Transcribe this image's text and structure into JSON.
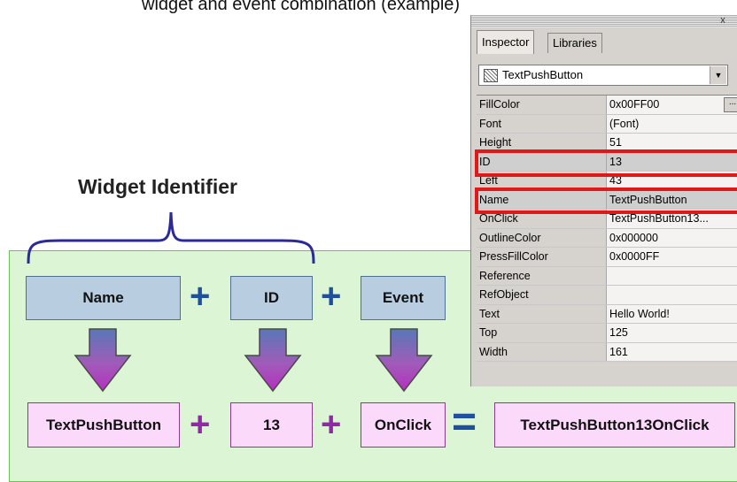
{
  "top_text": "widget and event combination (example)",
  "heading": "Widget Identifier",
  "top_row": {
    "name": "Name",
    "id": "ID",
    "event": "Event"
  },
  "bottom_row": {
    "name": "TextPushButton",
    "id": "13",
    "event": "OnClick",
    "result": "TextPushButton13OnClick"
  },
  "operators": {
    "plus": "+",
    "equals": "="
  },
  "inspector": {
    "close_glyph": "x",
    "tabs": [
      "Inspector",
      "Libraries"
    ],
    "selected_object": "TextPushButton",
    "ellipsis": "...",
    "properties": [
      {
        "key": "FillColor",
        "value": "0x00FF00"
      },
      {
        "key": "Font",
        "value": "(Font)"
      },
      {
        "key": "Height",
        "value": "51"
      },
      {
        "key": "ID",
        "value": "13"
      },
      {
        "key": "Left",
        "value": "43"
      },
      {
        "key": "Name",
        "value": "TextPushButton"
      },
      {
        "key": "OnClick",
        "value": "TextPushButton13..."
      },
      {
        "key": "OutlineColor",
        "value": "0x000000"
      },
      {
        "key": "PressFillColor",
        "value": "0x0000FF"
      },
      {
        "key": "Reference",
        "value": ""
      },
      {
        "key": "RefObject",
        "value": ""
      },
      {
        "key": "Text",
        "value": "Hello World!"
      },
      {
        "key": "Top",
        "value": "125"
      },
      {
        "key": "Width",
        "value": "161"
      }
    ]
  },
  "colors": {
    "panel_bg": "#dcf5d4",
    "top_box_fill": "#b8cde0",
    "bottom_box_fill": "#fbd9fb",
    "plus_top": "#1f4f9f",
    "plus_bottom": "#8e2aa5",
    "highlight": "#e01818"
  }
}
